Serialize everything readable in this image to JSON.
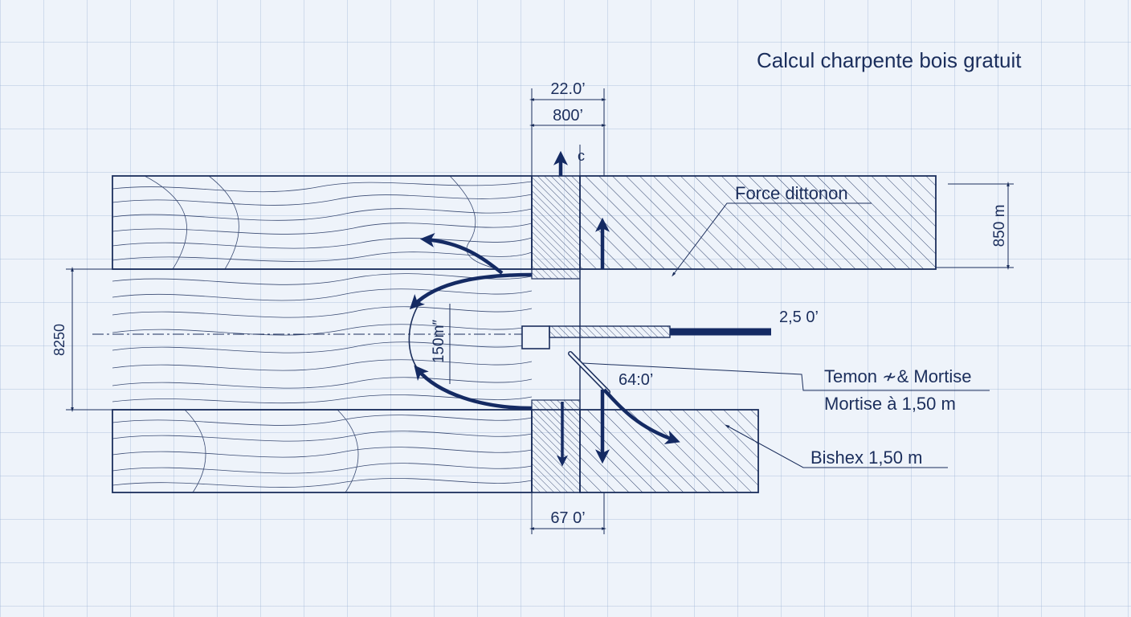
{
  "title": "Calcul charpente bois gratuit",
  "dimensions": {
    "top_1": "22.0’",
    "top_2": "800’",
    "bottom": "67 0’",
    "right_height": "850 m",
    "left_height": "8250",
    "inner_height": "150m″",
    "pin_length": "2,5 0’",
    "diagonal": "64:0’"
  },
  "labels": {
    "arrow_top": "c",
    "force": "Force dittonon",
    "tenon_line1": "Temon ≁& Mortise",
    "tenon_line2": "Mortise à 1,50 m",
    "bishex": "Bishex 1,50 m"
  },
  "colors": {
    "ink": "#1b2e5c",
    "arrow": "#142a63",
    "paper": "#eef3fa"
  }
}
